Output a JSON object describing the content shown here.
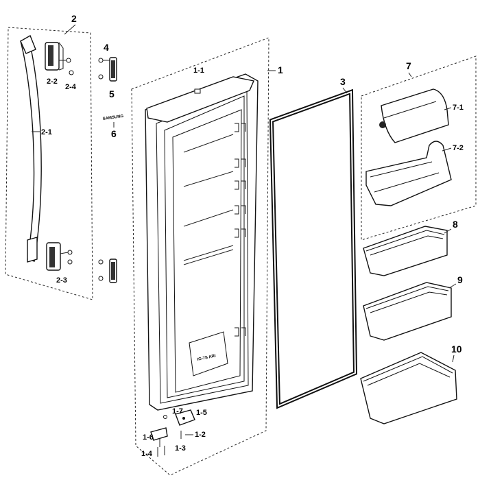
{
  "labels": {
    "door_assembly": "1",
    "p1_1": "1-1",
    "p1_2": "1-2",
    "p1_3": "1-3",
    "p1_4": "1-4",
    "p1_5": "1-5",
    "p1_6": "1-6",
    "p1_7": "1-7",
    "handle_assembly": "2",
    "p2_1": "2-1",
    "p2_2": "2-2",
    "p2_3": "2-3",
    "p2_4": "2-4",
    "gasket": "3",
    "screw": "4",
    "cap": "5",
    "p6": "6",
    "egg_tray_assembly": "7",
    "p7_1": "7-1",
    "p7_2": "7-2",
    "guard_8": "8",
    "guard_9": "9",
    "guard_10": "10"
  },
  "door_badge_text": "IG-7S ARI",
  "nameplate_text": "SAMSUNG"
}
